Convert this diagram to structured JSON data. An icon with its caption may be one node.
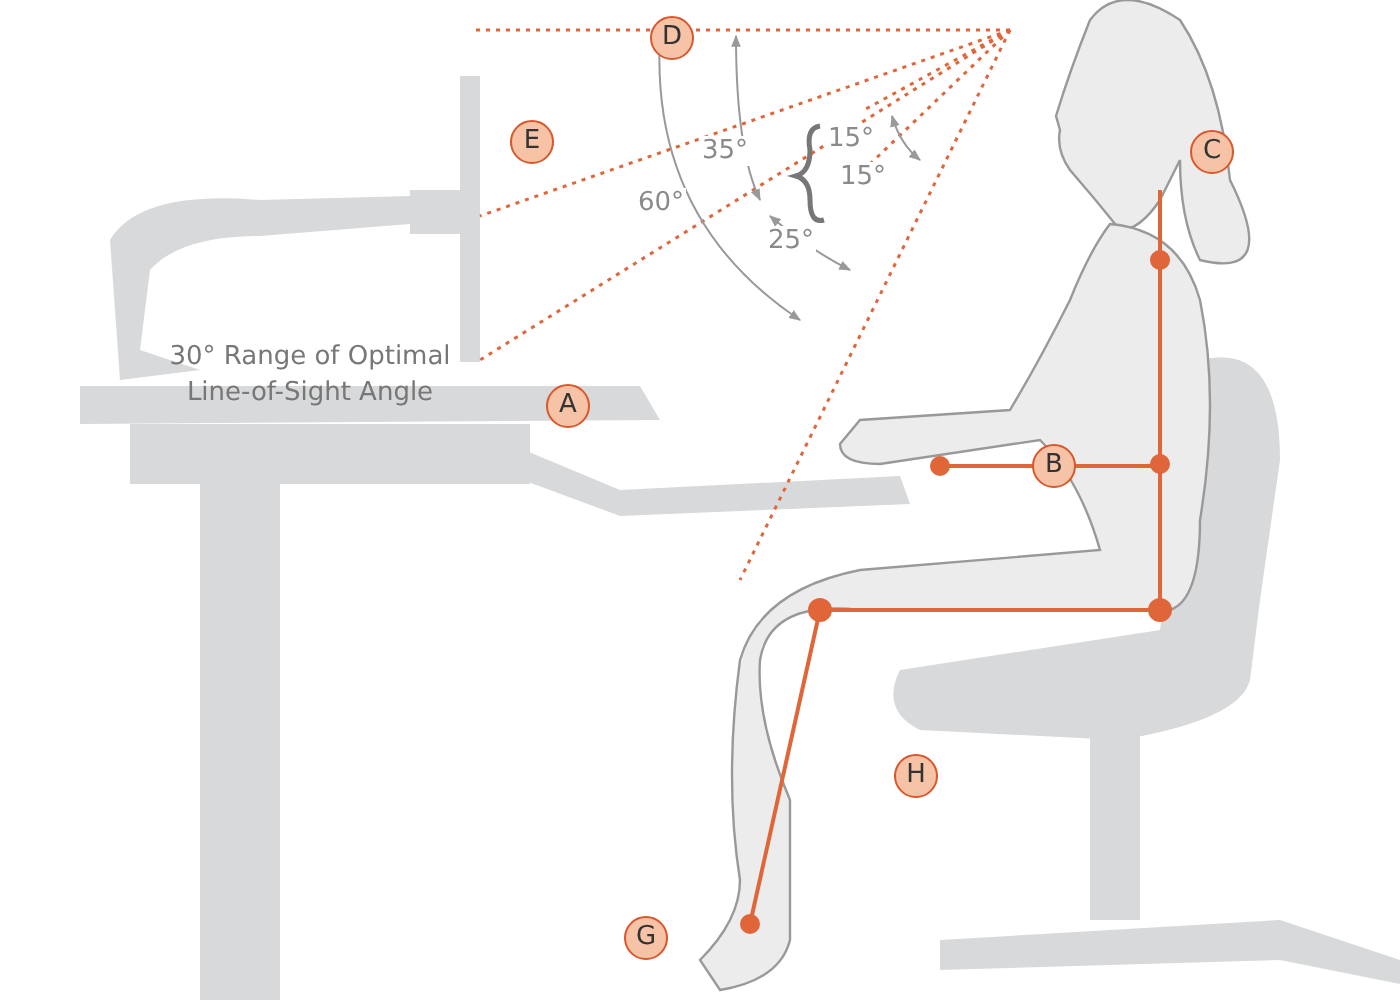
{
  "diagram": {
    "labels": [
      "D",
      "E",
      "C",
      "35°",
      "15°",
      "15°",
      "60°",
      "25°",
      "30° Range of Optimal Line-of-Sight Angle",
      "A",
      "B",
      "H",
      "G"
    ]
  }
}
